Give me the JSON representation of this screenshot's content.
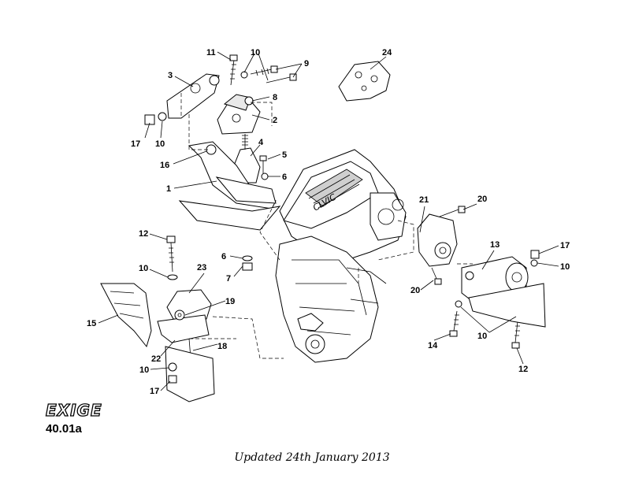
{
  "brand": {
    "logo_text": "EXIGE"
  },
  "page_code": "40.01a",
  "updated_text": "Updated 24th January 2013",
  "engine_cover_text": "CLVIC",
  "callouts": [
    "11",
    "10",
    "9",
    "3",
    "24",
    "8",
    "2",
    "17",
    "10",
    "16",
    "4",
    "5",
    "6",
    "1",
    "21",
    "20",
    "12",
    "13",
    "17",
    "6",
    "10",
    "7",
    "10",
    "23",
    "19",
    "15",
    "20",
    "18",
    "14",
    "10",
    "22",
    "12",
    "10",
    "17"
  ]
}
